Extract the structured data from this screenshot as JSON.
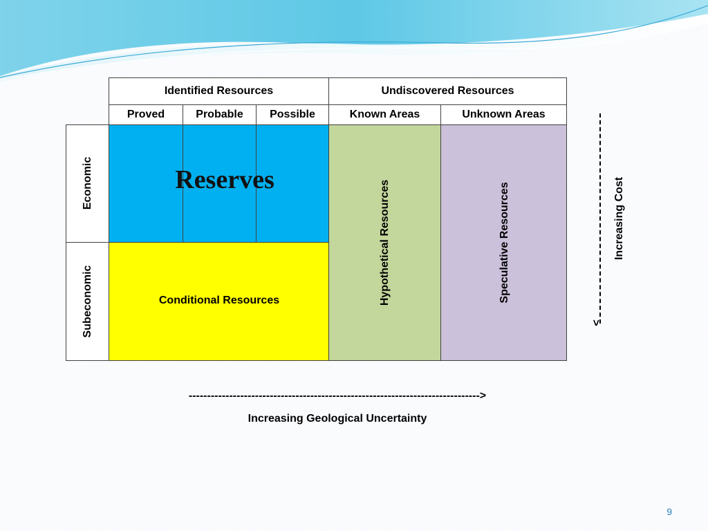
{
  "table": {
    "identified_header": "Identified Resources",
    "undiscovered_header": "Undiscovered Resources",
    "columns": [
      "Proved",
      "Probable",
      "Possible",
      "Known Areas",
      "Unknown Areas"
    ],
    "rows": [
      "Economic",
      "Subeconomic"
    ],
    "reserves_label": "Reserves",
    "conditional_label": "Conditional Resources",
    "hypothetical_label": "Hypothetical Resources",
    "speculative_label": "Speculative Resources"
  },
  "axes": {
    "horizontal_arrow": "------------------------------------------------------------------------------->",
    "horizontal_label": "Increasing Geological Uncertainty",
    "vertical_arrow_head": "<",
    "vertical_label": "Increasing Cost"
  },
  "colors": {
    "reserves": "#00b0f0",
    "conditional": "#ffff00",
    "hypothetical": "#c3d69b",
    "speculative": "#ccc1da"
  },
  "page_number": "9"
}
